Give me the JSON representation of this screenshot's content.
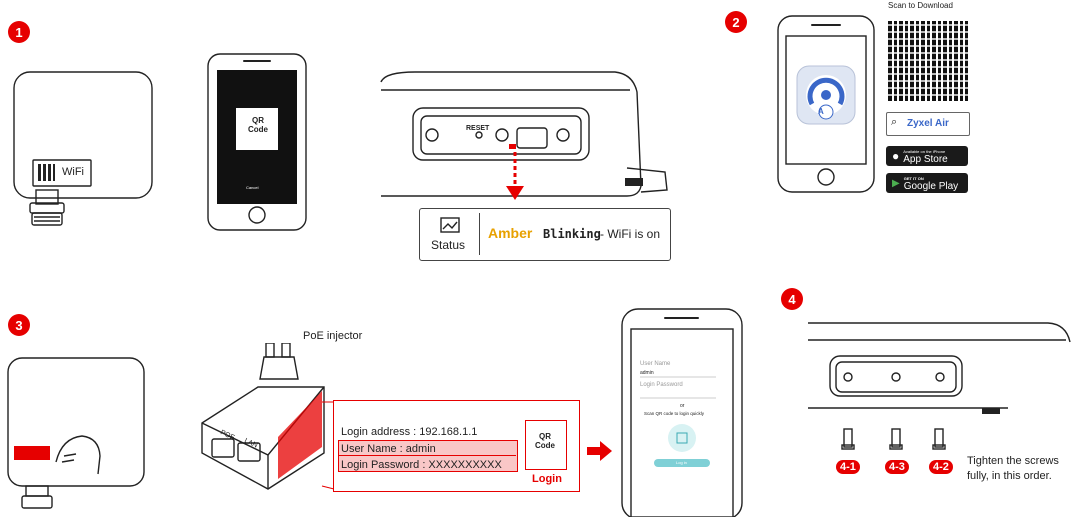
{
  "steps": [
    "1",
    "2",
    "3",
    "4"
  ],
  "step1": {
    "label_wifi": "WiFi",
    "phone_qr_line1": "QR",
    "phone_qr_line2": "Code",
    "phone_cancel": "Cancel",
    "reset_label": "RESET",
    "status_label": "Status",
    "status_amber": "Amber",
    "status_blinking": "Blinking",
    "status_suffix": " - WiFi is on"
  },
  "step2": {
    "scan_to_download": "Scan to Download",
    "search_text": "Zyxel Air",
    "appstore_small": "Available on the iPhone",
    "appstore_big": "App Store",
    "googleplay_small": "GET IT ON",
    "googleplay_big": "Google Play"
  },
  "step3": {
    "poe_injector": "PoE injector",
    "poe_port": "POE",
    "lan_port": "LAN",
    "login_address": "Login address : 192.168.1.1",
    "user_name": "User Name : admin",
    "login_password": "Login Password : XXXXXXXXXX",
    "qr_line1": "QR",
    "qr_line2": "Code",
    "login_label": "Login",
    "phone_user_label": "User Name",
    "phone_user_value": "admin",
    "phone_pass_label": "Login Password",
    "phone_or": "or",
    "phone_scan": "Scan QR code to login quickly",
    "phone_login_button": "Log in"
  },
  "step4": {
    "screws": [
      "4-1",
      "4-3",
      "4-2"
    ],
    "instruction_line1": "Tighten the screws",
    "instruction_line2": "fully, in this order."
  },
  "colors": {
    "accent": "#e60000",
    "amber": "#e8a100"
  }
}
